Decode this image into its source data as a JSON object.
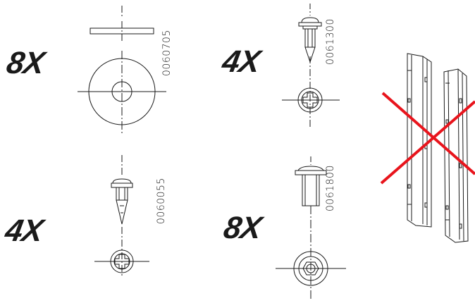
{
  "parts": [
    {
      "quantity": "8X",
      "part_number": "0060705",
      "icon": "flat-washer-icon"
    },
    {
      "quantity": "4X",
      "part_number": "0061300",
      "icon": "phillips-pan-head-pointed-screw-icon"
    },
    {
      "quantity": "4X",
      "part_number": "0060055",
      "icon": "phillips-pan-head-wood-screw-icon"
    },
    {
      "quantity": "8X",
      "part_number": "0061800",
      "icon": "flanged-hex-socket-screw-icon"
    }
  ],
  "excluded_item": {
    "icon": "vertical-rails-crossed-out-icon",
    "cross_color": "#e8141c"
  },
  "colors": {
    "line": "#1a1a1a",
    "cross": "#e8141c"
  }
}
